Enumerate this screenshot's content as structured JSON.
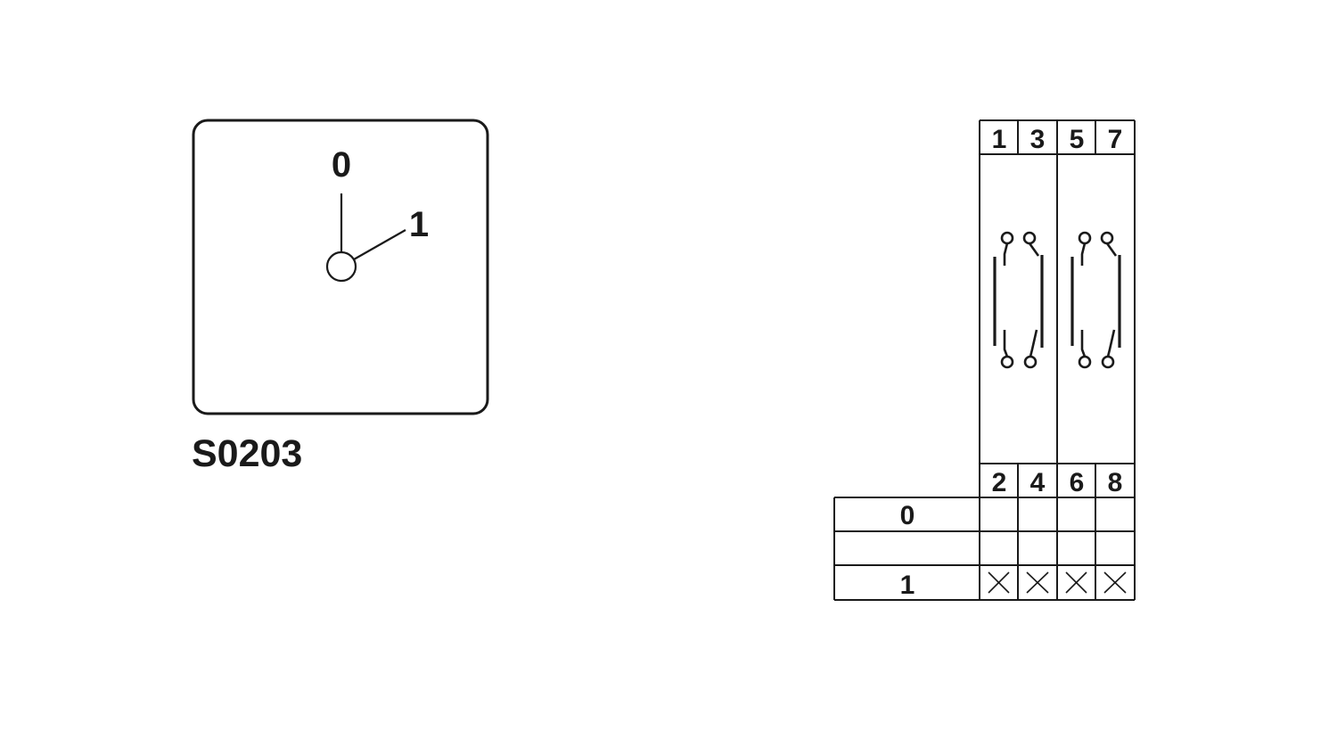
{
  "dial": {
    "position_top": "0",
    "position_right": "1",
    "model": "S0203"
  },
  "terminals": {
    "top": [
      "1",
      "3",
      "5",
      "7"
    ],
    "bottom": [
      "2",
      "4",
      "6",
      "8"
    ]
  },
  "switching_table": {
    "rows": [
      {
        "label": "0",
        "marks": [
          false,
          false,
          false,
          false
        ]
      },
      {
        "label": "",
        "marks": [
          false,
          false,
          false,
          false
        ]
      },
      {
        "label": "1",
        "marks": [
          true,
          true,
          true,
          true
        ]
      }
    ]
  },
  "colors": {
    "line": "#1a1a1a",
    "background": "#ffffff"
  }
}
